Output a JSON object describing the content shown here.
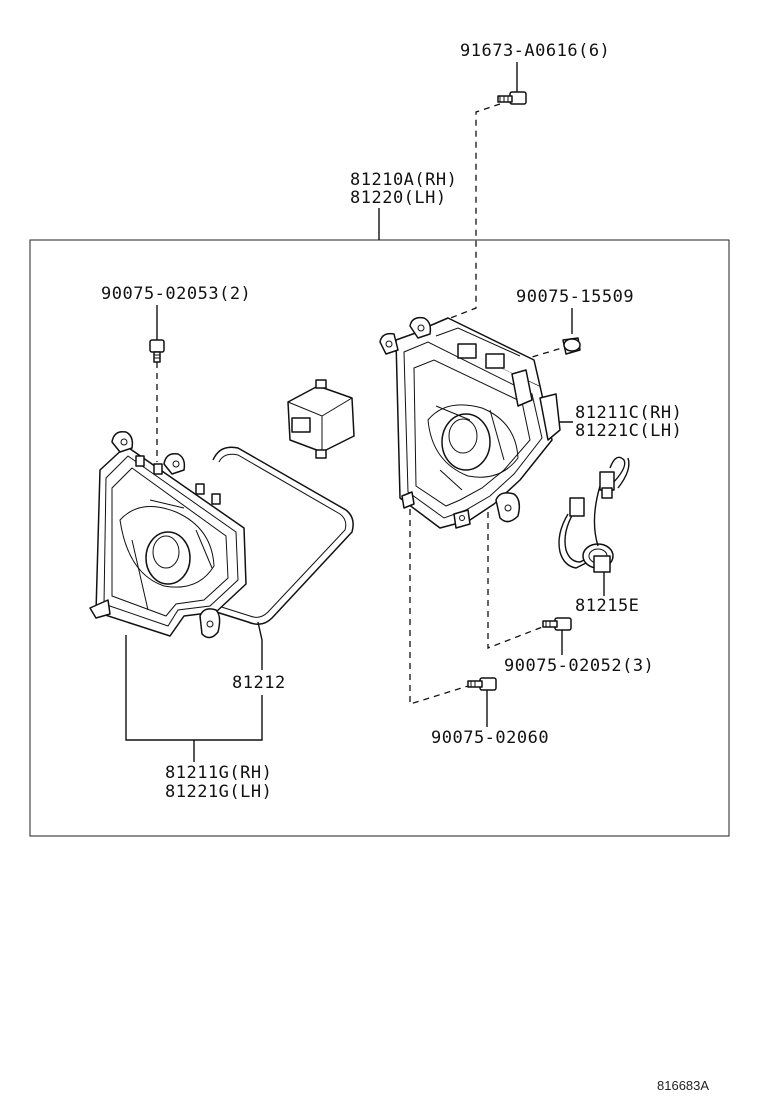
{
  "labels": {
    "screw_top": "91673-A0616(6)",
    "assy_rh": "81210A(RH)",
    "assy_lh": "81220(LH)",
    "screw_left": "90075-02053(2)",
    "cap": "90075-15509",
    "housing_rh": "81211C(RH)",
    "housing_lh": "81221C(LH)",
    "socket": "81215E",
    "screw_mid": "90075-02052(3)",
    "screw_bottom": "90075-02060",
    "gasket": "81212",
    "lens_rh": "81211G(RH)",
    "lens_lh": "81221G(LH)"
  },
  "figure_ref": "816683A"
}
